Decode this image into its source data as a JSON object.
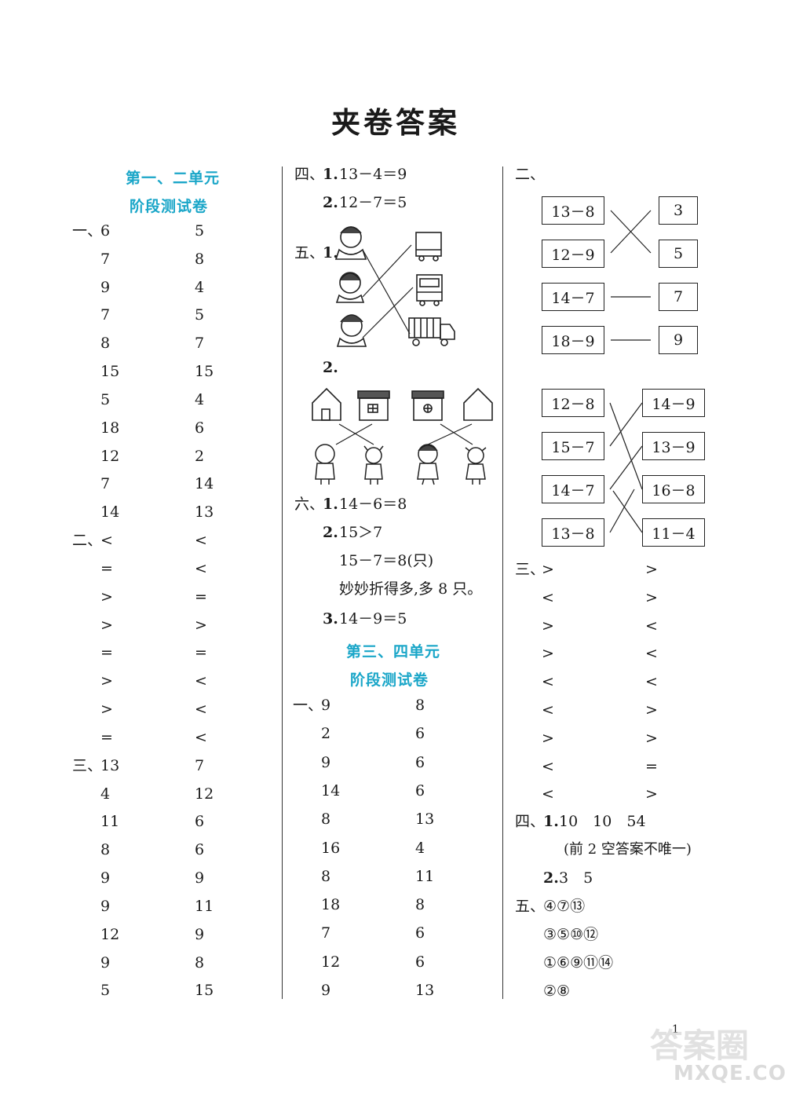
{
  "title": "夹卷答案",
  "col1": {
    "section_line1": "第一、二单元",
    "section_line2": "阶段测试卷",
    "part1": {
      "label": "一、",
      "left": [
        "6",
        "7",
        "9",
        "7",
        "8",
        "15",
        "5",
        "18",
        "12",
        "7",
        "14"
      ],
      "right": [
        "5",
        "8",
        "4",
        "5",
        "7",
        "15",
        "4",
        "6",
        "2",
        "14",
        "13"
      ]
    },
    "part2": {
      "label": "二、",
      "left": [
        "<",
        "=",
        ">",
        ">",
        "=",
        ">",
        ">",
        "="
      ],
      "right": [
        "<",
        "<",
        "=",
        ">",
        "=",
        "<",
        "<",
        "<"
      ]
    },
    "part3": {
      "label": "三、",
      "left": [
        "13",
        "4",
        "11",
        "8",
        "9",
        "9",
        "12",
        "9",
        "5"
      ],
      "right": [
        "7",
        "12",
        "6",
        "6",
        "9",
        "11",
        "9",
        "8",
        "15"
      ]
    }
  },
  "col2": {
    "four_label": "四、",
    "four_1_num": "1.",
    "four_1_eq": "13－4＝9",
    "four_2_num": "2.",
    "four_2_eq": "12－7＝5",
    "five_label": "五、",
    "five_1_num": "1.",
    "five_2_num": "2.",
    "six_label": "六、",
    "six_1_num": "1.",
    "six_1_eq": "14－6＝8",
    "six_2_num": "2.",
    "six_2_cmp": "15＞7",
    "six_2_eq": "15－7＝8(只)",
    "six_2_answer": "妙妙折得多,多 8 只。",
    "six_3_num": "3.",
    "six_3_eq": "14－9＝5",
    "section_line1": "第三、四单元",
    "section_line2": "阶段测试卷",
    "one": {
      "label": "一、",
      "left": [
        "9",
        "2",
        "9",
        "14",
        "8",
        "16",
        "8",
        "18",
        "7",
        "12",
        "9"
      ],
      "right": [
        "8",
        "6",
        "6",
        "6",
        "13",
        "4",
        "11",
        "8",
        "6",
        "6",
        "13"
      ]
    }
  },
  "col3": {
    "two_label": "二、",
    "group1_left": [
      "13－8",
      "12－9",
      "14－7",
      "18－9"
    ],
    "group1_right": [
      "3",
      "5",
      "7",
      "9"
    ],
    "group2_left": [
      "12－8",
      "15－7",
      "14－7",
      "13－8"
    ],
    "group2_right": [
      "14－9",
      "13－9",
      "16－8",
      "11－4"
    ],
    "three": {
      "label": "三、",
      "left": [
        ">",
        "<",
        ">",
        ">",
        "<",
        "<",
        ">",
        "<",
        "<"
      ],
      "right": [
        ">",
        ">",
        "<",
        "<",
        "<",
        ">",
        ">",
        "=",
        ">"
      ]
    },
    "four_label": "四、",
    "four_1_num": "1.",
    "four_1_values": "10　10　54",
    "four_1_note": "(前 2 空答案不唯一)",
    "four_2_num": "2.",
    "four_2_values": "3　5",
    "five_label": "五、",
    "five_rows": [
      "④⑦⑬",
      "③⑤⑩⑫",
      "①⑥⑨⑪⑭",
      "②⑧"
    ]
  },
  "page_number": "1",
  "watermark_top": "答案圈",
  "watermark_bottom": "MXQE.COM"
}
